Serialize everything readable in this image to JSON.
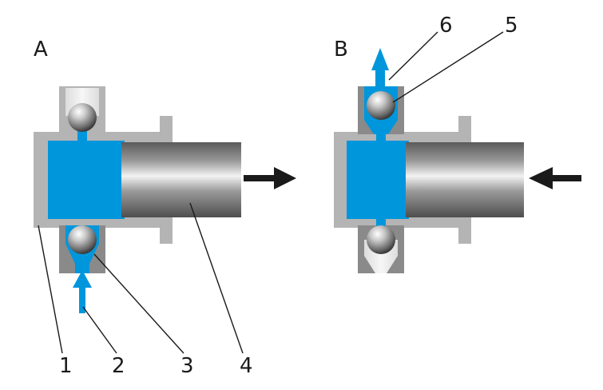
{
  "panels": {
    "a": {
      "label": "A"
    },
    "b": {
      "label": "B"
    }
  },
  "callouts": [
    "1",
    "2",
    "3",
    "4",
    "5",
    "6"
  ],
  "colors": {
    "fluid": "#0096dc",
    "housing": "#b4b4b4",
    "housing_dark": "#8a8a8a",
    "arrow": "#1a1a1a",
    "leader": "#1a1a1a"
  }
}
